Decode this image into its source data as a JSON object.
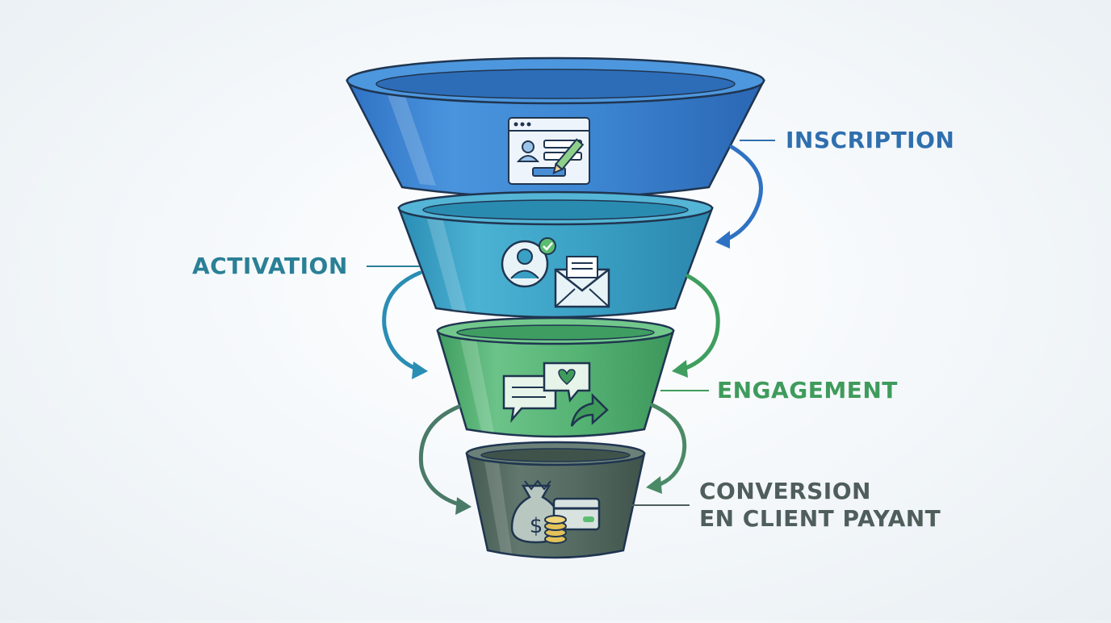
{
  "funnel": {
    "stages": [
      {
        "id": "inscription",
        "label": "INSCRIPTION",
        "color": "#3a86d4",
        "icon": "signup-form-icon"
      },
      {
        "id": "activation",
        "label": "ACTIVATION",
        "color": "#3aa0c4",
        "icon": "verified-user-mail-icon"
      },
      {
        "id": "engagement",
        "label": "ENGAGEMENT",
        "color": "#55b374",
        "icon": "chat-heart-share-icon"
      },
      {
        "id": "conversion",
        "label_line1": "CONVERSION",
        "label_line2": "EN CLIENT PAYANT",
        "color": "#556b62",
        "icon": "money-bag-card-icon"
      }
    ],
    "label_colors": {
      "inscription": "#2f6fae",
      "activation": "#2a8096",
      "engagement": "#3f9b5c",
      "conversion": "#4f5e5a"
    }
  }
}
